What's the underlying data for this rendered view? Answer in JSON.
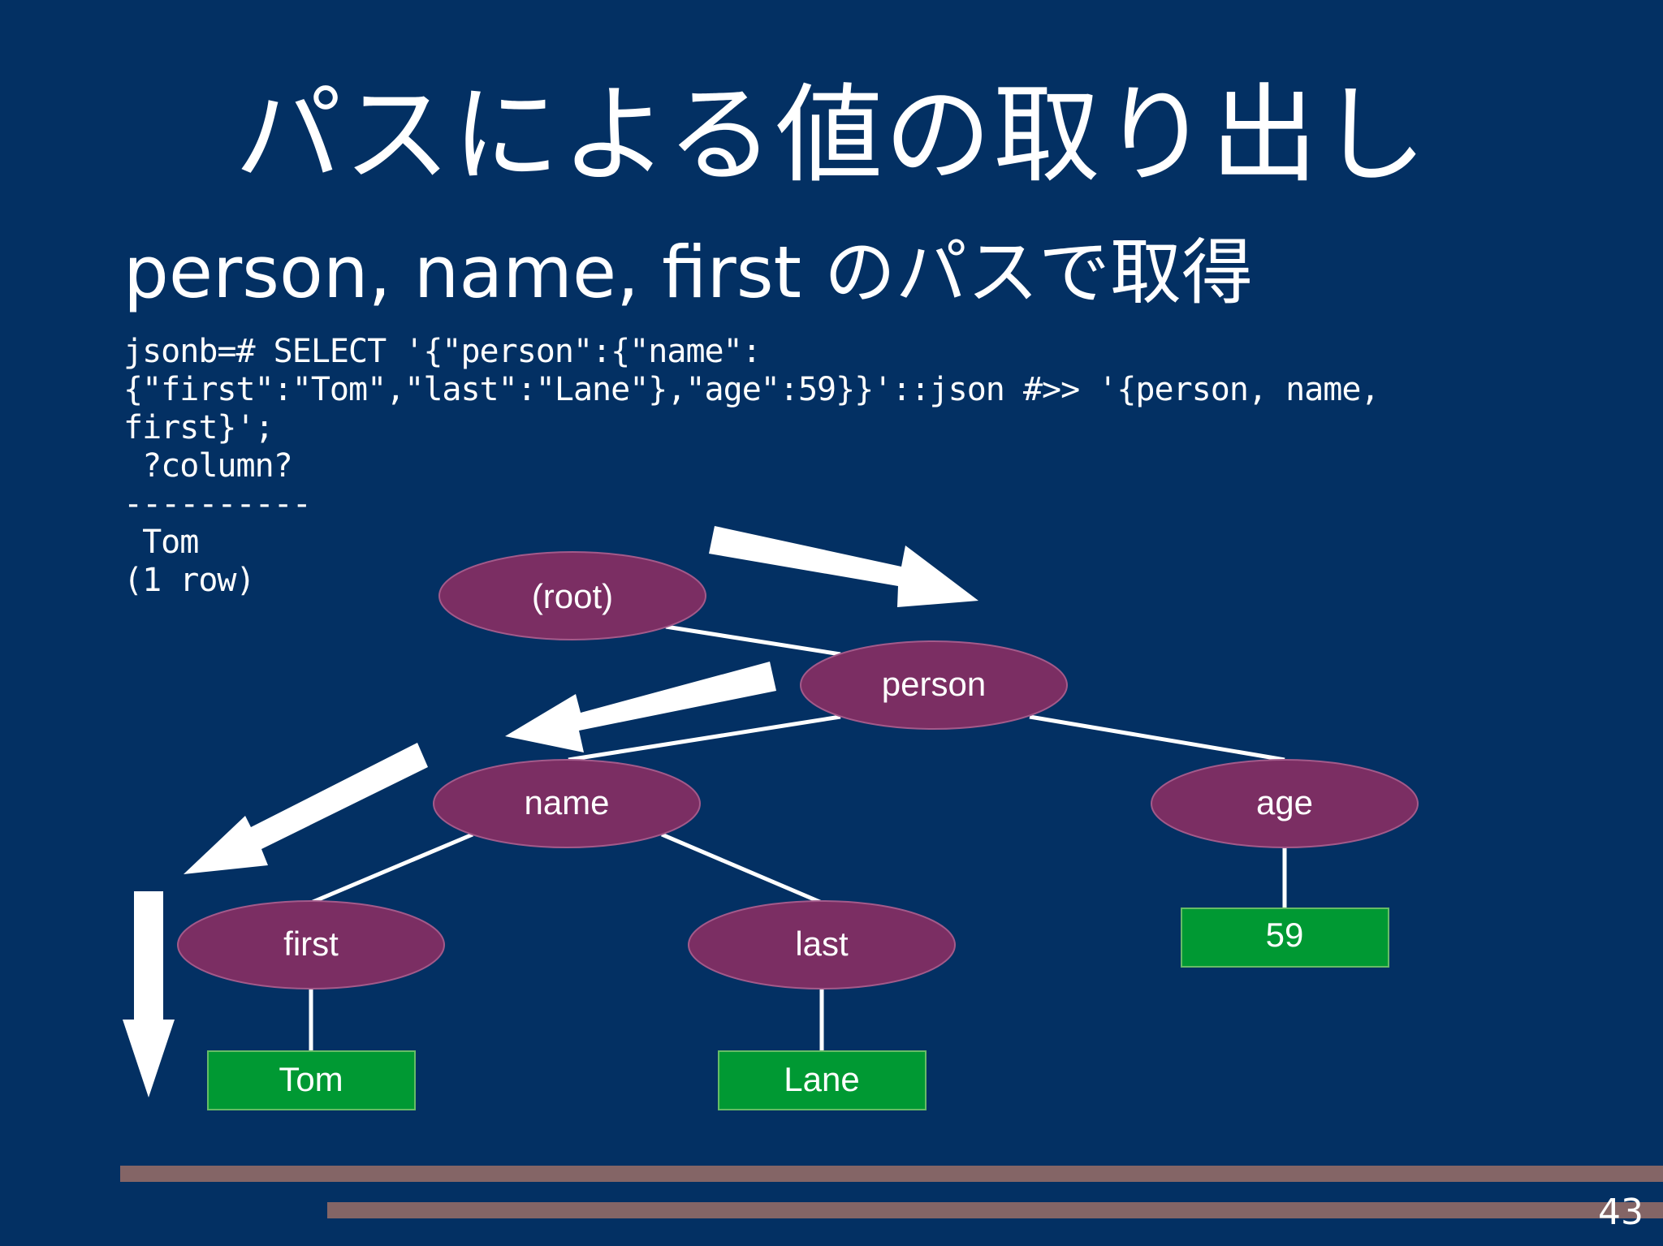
{
  "slide": {
    "title": "パスによる値の取り出し",
    "subtitle": "person, name, first のパスで取得",
    "page_number": "43"
  },
  "code": {
    "lines": [
      "jsonb=# SELECT '{\"person\":{\"name\":",
      "{\"first\":\"Tom\",\"last\":\"Lane\"},\"age\":59}}'::json #>> '{person, name,",
      "first}';",
      " ?column?",
      "----------",
      " Tom",
      "(1 row)"
    ]
  },
  "tree": {
    "nodes": {
      "root": "(root)",
      "person": "person",
      "name": "name",
      "age": "age",
      "first": "first",
      "last": "last"
    },
    "values": {
      "tom": "Tom",
      "lane": "Lane",
      "age_value": "59"
    }
  },
  "colors": {
    "background": "#033063",
    "node_fill": "#7b2e63",
    "value_fill": "#009933",
    "arrow": "#ffffff",
    "footer_bar": "#846566"
  }
}
